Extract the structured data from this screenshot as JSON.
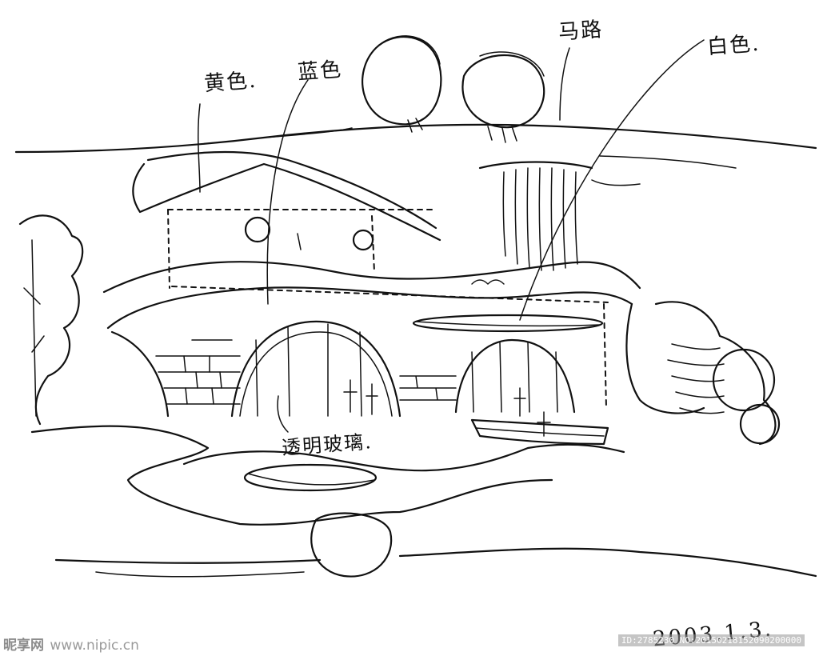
{
  "sketch": {
    "annotations": {
      "yellow": "黄色.",
      "blue": "蓝色",
      "road": "马路",
      "white": "白色.",
      "glass": "透明玻璃."
    },
    "date": "2003.1.3."
  },
  "watermark": {
    "brand": "昵享网",
    "url": "www.nipic.cn",
    "id": "ID:2785230 NO:20150218152090200000"
  },
  "colors": {
    "ink": "#111111",
    "paper": "#ffffff",
    "watermark": "#9a9a9a"
  }
}
